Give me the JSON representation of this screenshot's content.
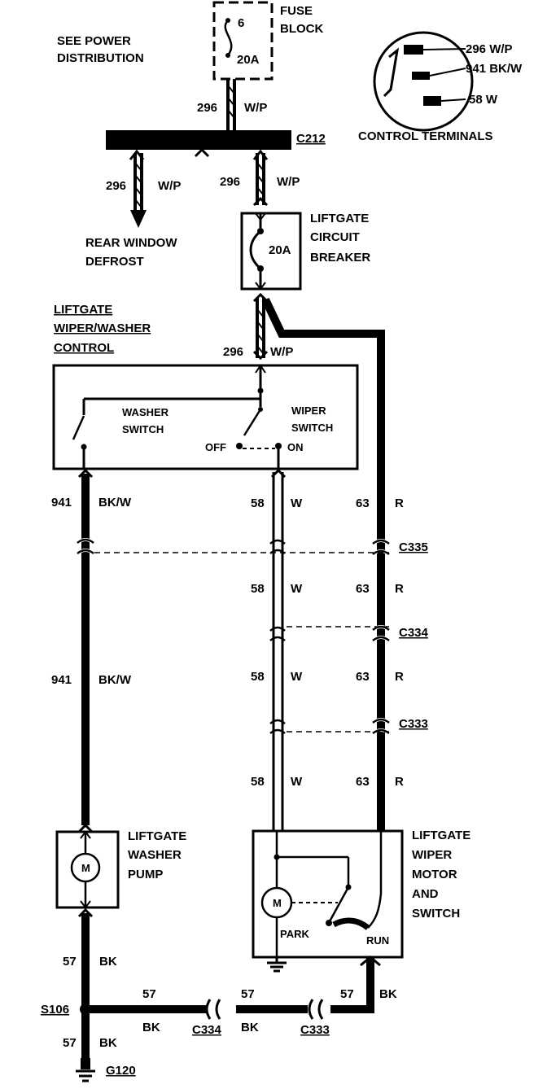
{
  "fuse_block": {
    "label_line1": "FUSE",
    "label_line2": "BLOCK",
    "fuse_number": "6",
    "fuse_rating": "20A",
    "note_line1": "SEE POWER",
    "note_line2": "DISTRIBUTION"
  },
  "control_terminals": {
    "title": "CONTROL TERMINALS",
    "terminals": [
      "296 W/P",
      "941 BK/W",
      "58 W"
    ]
  },
  "connectors": {
    "c212": "C212",
    "c335": "C335",
    "c334": "C334",
    "c333": "C333",
    "c334_ground": "C334",
    "c333_ground": "C333"
  },
  "circuit_296": {
    "number": "296",
    "color": "W/P"
  },
  "circuit_941": {
    "number": "941",
    "color": "BK/W"
  },
  "circuit_58": {
    "number": "58",
    "color": "W"
  },
  "circuit_63": {
    "number": "63",
    "color": "R"
  },
  "circuit_57": {
    "number": "57",
    "color": "BK"
  },
  "rear_window_defrost": {
    "line1": "REAR WINDOW",
    "line2": "DEFROST"
  },
  "circuit_breaker": {
    "line1": "LIFTGATE",
    "line2": "CIRCUIT",
    "line3": "BREAKER",
    "rating": "20A"
  },
  "wiper_washer_control": {
    "line1": "LIFTGATE",
    "line2": "WIPER/WASHER",
    "line3": "CONTROL",
    "washer_switch_line1": "WASHER",
    "washer_switch_line2": "SWITCH",
    "wiper_switch_line1": "WIPER",
    "wiper_switch_line2": "SWITCH",
    "off_label": "OFF",
    "on_label": "ON"
  },
  "washer_pump": {
    "line1": "LIFTGATE",
    "line2": "WASHER",
    "line3": "PUMP",
    "motor_symbol": "M"
  },
  "wiper_motor": {
    "line1": "LIFTGATE",
    "line2": "WIPER",
    "line3": "MOTOR",
    "line4": "AND",
    "line5": "SWITCH",
    "motor_symbol": "M",
    "park_label": "PARK",
    "run_label": "RUN"
  },
  "splice": {
    "label": "S106"
  },
  "ground": {
    "label": "G120"
  }
}
